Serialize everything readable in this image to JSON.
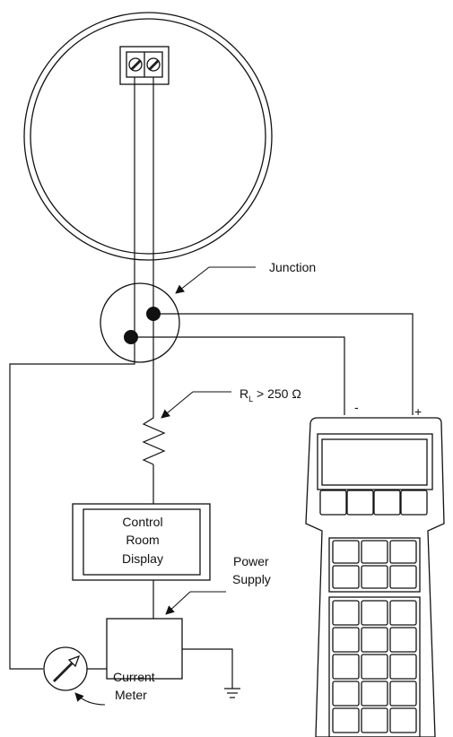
{
  "labels": {
    "junction": "Junction",
    "resistor_prefix": "R",
    "resistor_subscript": "L",
    "resistor_condition": " > 250 Ω",
    "minus": "-",
    "plus": "+",
    "control_room_display": [
      "Control",
      "Room",
      "Display"
    ],
    "power_supply": [
      "Power",
      "Supply"
    ],
    "current_meter": [
      "Current",
      "Meter"
    ]
  },
  "colors": {
    "line": "#111111",
    "background": "#ffffff"
  }
}
